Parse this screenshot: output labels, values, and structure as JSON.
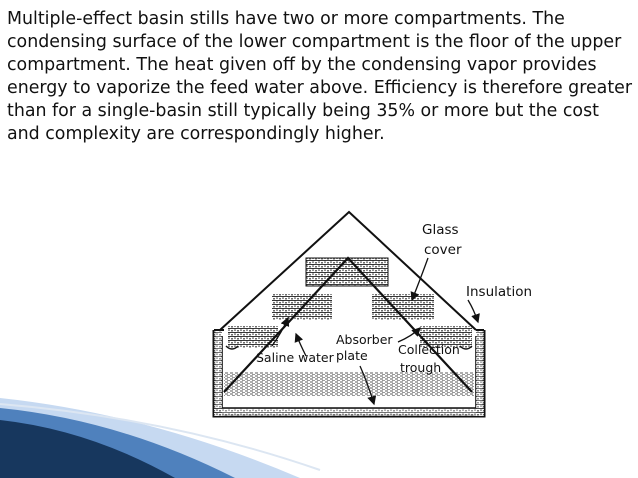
{
  "paragraph": {
    "lead": "Multiple-effect basin stills",
    "rest": " have two or more compartments. The condensing surface of the lower compartment is the floor of the upper compartment. The heat given off by the condensing vapor provides energy to vaporize the feed water above. Efficiency is therefore greater than for a single-basin still typically being 35% or more but the cost and complexity are correspondingly higher."
  },
  "diagram": {
    "labels": {
      "glass_cover_line1": "Glass",
      "glass_cover_line2": "cover",
      "insulation": "Insulation",
      "absorber_line1": "Absorber",
      "absorber_line2": "plate",
      "collection_line1": "Collection",
      "collection_line2": "trough",
      "saline_water": "Saline water"
    }
  },
  "colors": {
    "text": "#111111",
    "accent_dark": "#17375e",
    "accent_mid": "#4f81bd",
    "accent_light": "#c6d9f1"
  }
}
